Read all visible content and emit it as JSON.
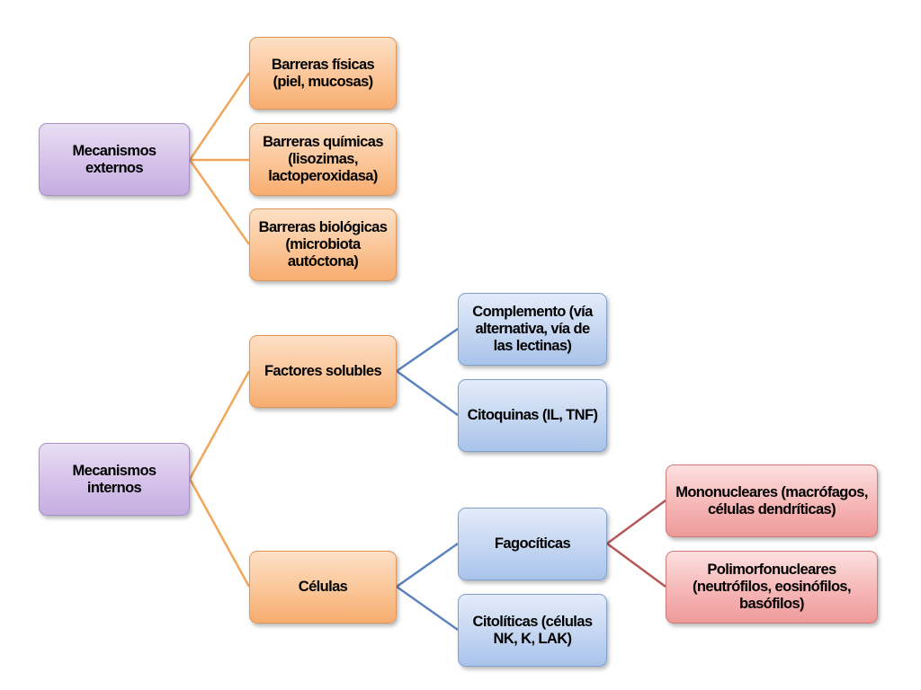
{
  "nodes": {
    "mecanismos_externos": "Mecanismos externos",
    "barreras_fisicas": "Barreras físicas (piel, mucosas)",
    "barreras_quimicas": "Barreras químicas (lisozimas, lactoperoxidasa)",
    "barreras_biologicas": "Barreras biológicas (microbiota autóctona)",
    "mecanismos_internos": "Mecanismos internos",
    "factores_solubles": "Factores solubles",
    "complemento": "Complemento (vía alternativa, vía de las lectinas)",
    "citoquinas": "Citoquinas (IL, TNF)",
    "celulas": "Células",
    "fagociticas": "Fagocíticas",
    "citoliticas": "Citolíticas (células NK, K, LAK)",
    "mononucleares": "Mononucleares (macrófagos, células dendríticas)",
    "polimorfonucleares": "Polimorfonucleares (neutrófilos, eosinófilos, basófilos)"
  },
  "colors": {
    "root": "#c5aee0",
    "level1": "#f7ad6f",
    "level2": "#a9c3ea",
    "level3": "#ef9a9a",
    "connector_orange": "#f2a65a",
    "connector_blue": "#5b83bd",
    "connector_red": "#b85757"
  }
}
